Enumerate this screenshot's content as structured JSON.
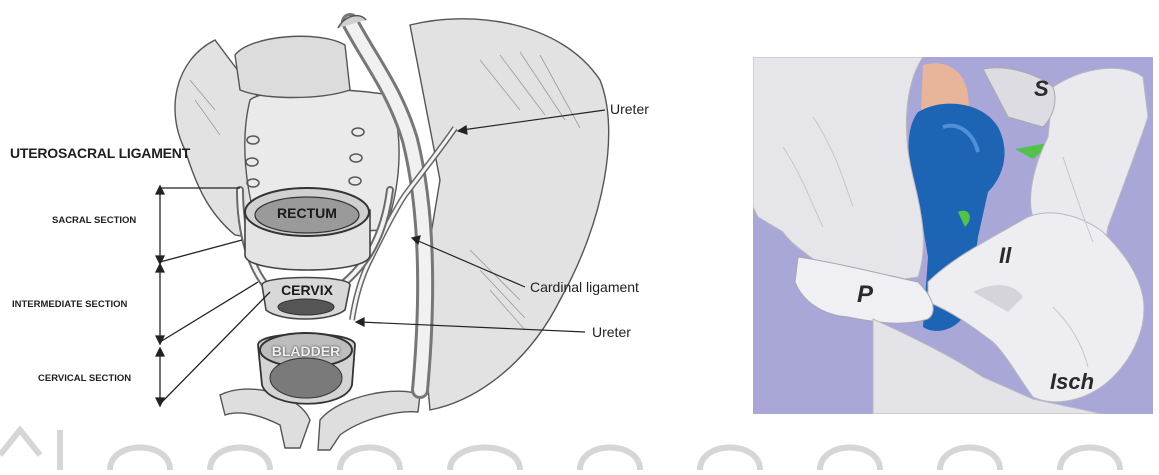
{
  "left_figure": {
    "title": "UTEROSACRAL LIGAMENT",
    "sections": {
      "sacral": "SACRAL SECTION",
      "intermediate": "INTERMEDIATE SECTION",
      "cervical": "CERVICAL SECTION"
    },
    "organs": {
      "rectum": "RECTUM",
      "cervix": "CERVIX",
      "bladder": "BLADDER"
    },
    "callouts": {
      "ureter_top": "Ureter",
      "cardinal": "Cardinal ligament",
      "ureter_bottom": "Ureter"
    }
  },
  "right_figure": {
    "labels": {
      "s": "S",
      "il": "Il",
      "p": "P",
      "isch": "Isch"
    },
    "colors": {
      "background": "#a9a6d8",
      "bone": "#e9e9ee",
      "rectum": "#1e64b4",
      "tissue": "#e8b49a",
      "ligament": "#52c24a"
    }
  }
}
